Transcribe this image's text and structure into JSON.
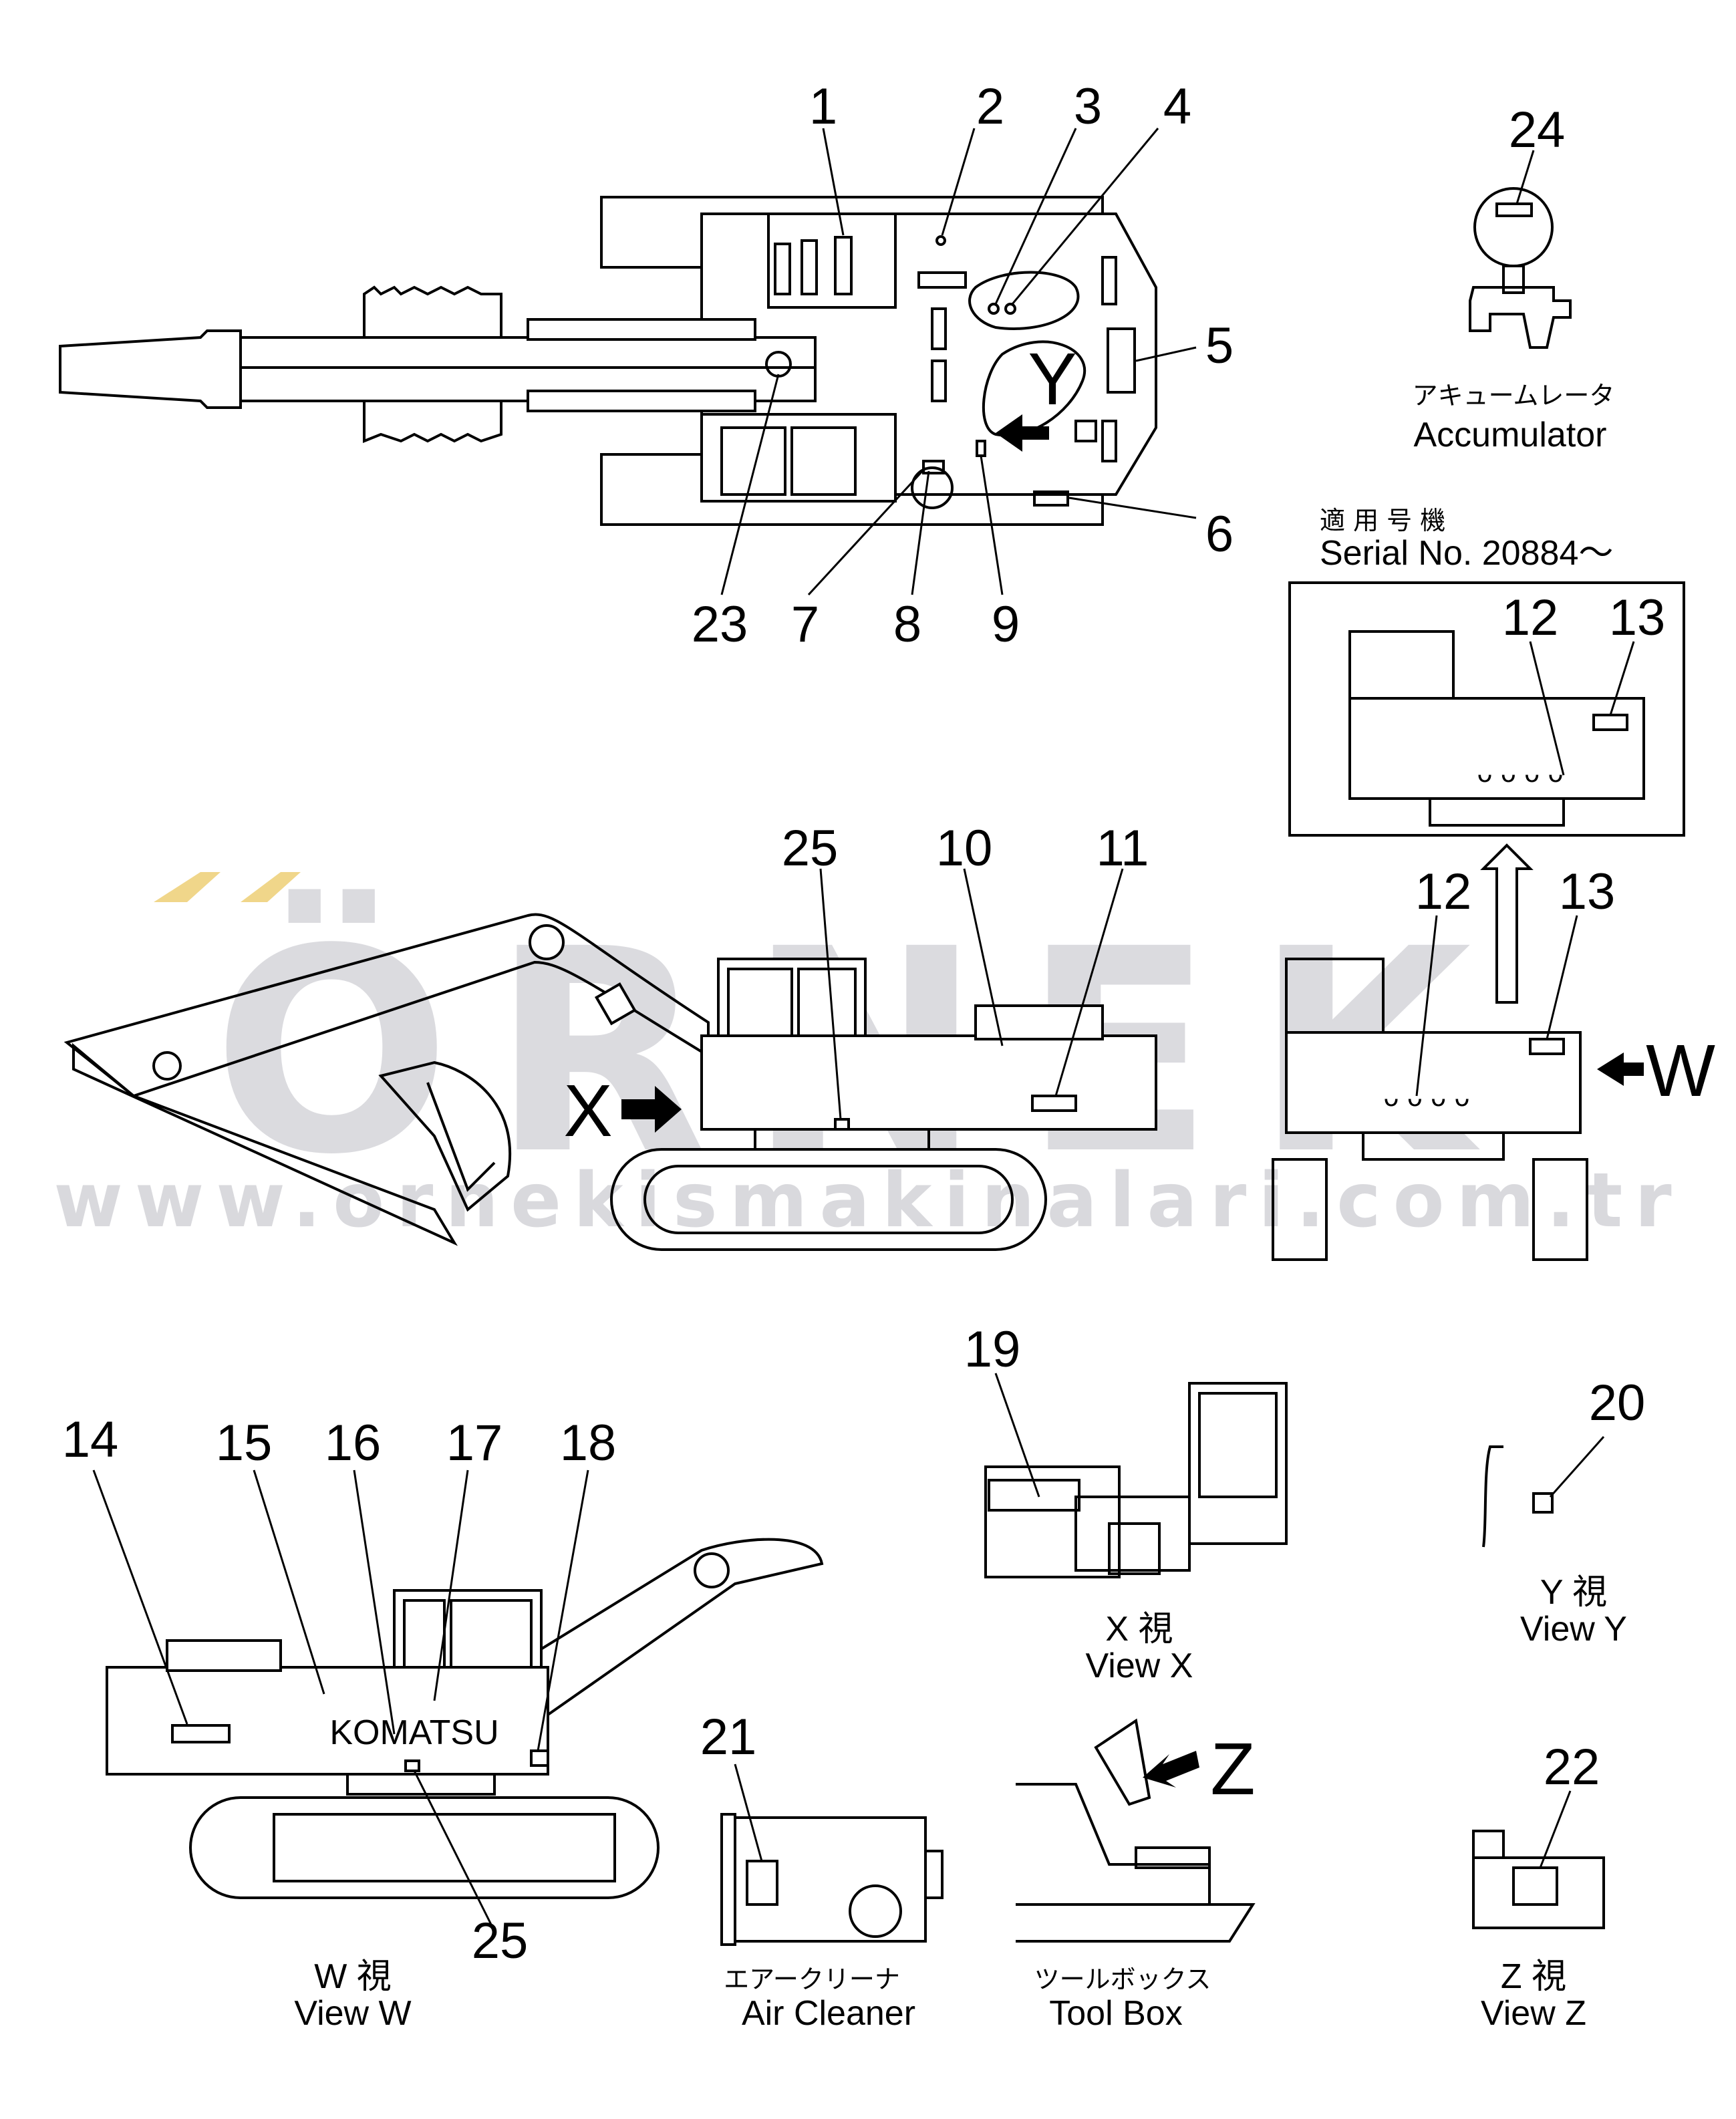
{
  "watermark": {
    "brand": "ÖRNEK",
    "url": "www.ornekismakinalari.com.tr",
    "brand_color": "#cfcfd4",
    "accent_color": "#f0d68a"
  },
  "callouts": {
    "n1": "1",
    "n2": "2",
    "n3": "3",
    "n4": "4",
    "n5": "5",
    "n6": "6",
    "n7": "7",
    "n8": "8",
    "n9": "9",
    "n10": "10",
    "n11": "11",
    "n12": "12",
    "n13": "13",
    "n14": "14",
    "n15": "15",
    "n16": "16",
    "n17": "17",
    "n18": "18",
    "n19": "19",
    "n20": "20",
    "n21": "21",
    "n22": "22",
    "n23": "23",
    "n24": "24",
    "n25": "25"
  },
  "view_markers": {
    "x": "X",
    "y": "Y",
    "w": "W",
    "z": "Z"
  },
  "accumulator": {
    "jp": "アキュームレータ",
    "en": "Accumulator"
  },
  "serial": {
    "jp": "適 用 号 機",
    "en": "Serial   No.  20884～"
  },
  "view_captions": {
    "x_jp": "X   視",
    "x_en": "View  X",
    "y_jp": "Y   視",
    "y_en": "View  Y",
    "w_jp": "W   視",
    "w_en": "View  W",
    "z_jp": "Z   視",
    "z_en": "View  Z"
  },
  "air_cleaner": {
    "jp": "エアークリーナ",
    "en": "Air   Cleaner"
  },
  "tool_box": {
    "jp": "ツールボックス",
    "en": "Tool   Box"
  },
  "brand_decal": "KOMATSU"
}
